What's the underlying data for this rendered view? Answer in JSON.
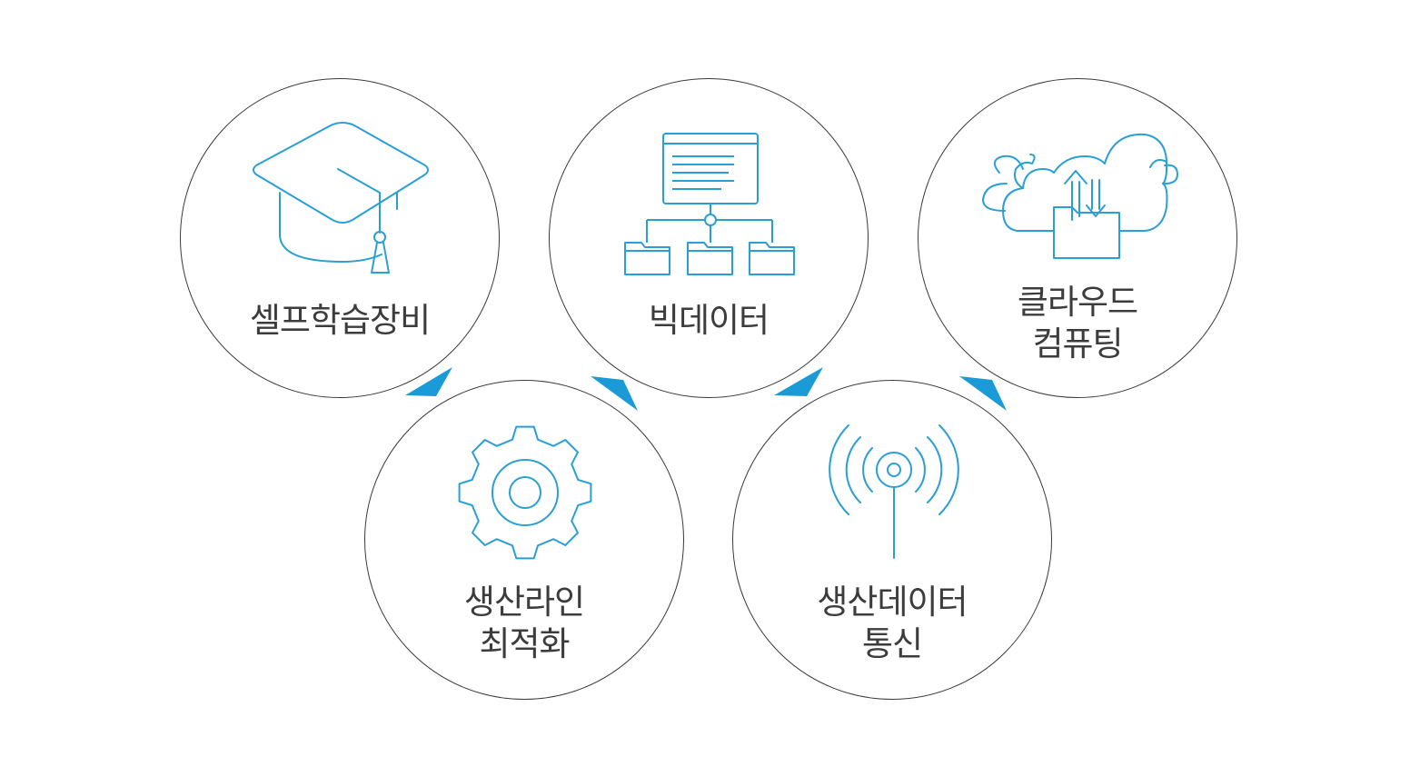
{
  "nodes": [
    {
      "id": "self-learning",
      "icon": "graduation-cap-icon",
      "label_lines": [
        "셀프학습장비"
      ]
    },
    {
      "id": "production-line",
      "icon": "gear-icon",
      "label_lines": [
        "생산라인",
        "최적화"
      ]
    },
    {
      "id": "big-data",
      "icon": "hierarchy-folders-icon",
      "label_lines": [
        "빅데이터"
      ]
    },
    {
      "id": "production-data",
      "icon": "antenna-signal-icon",
      "label_lines": [
        "생산데이터",
        "통신"
      ]
    },
    {
      "id": "cloud",
      "icon": "cloud-upload-download-icon",
      "label_lines": [
        "클라우드",
        "컴퓨팅"
      ]
    }
  ],
  "colors": {
    "accent": "#1a9bd7",
    "icon_stroke": "#2a9fd6",
    "circle_stroke": "#3a3a3a",
    "text": "#3c3c3c"
  },
  "connectors": [
    "arrow-icon",
    "arrow-icon",
    "arrow-icon",
    "arrow-icon"
  ]
}
